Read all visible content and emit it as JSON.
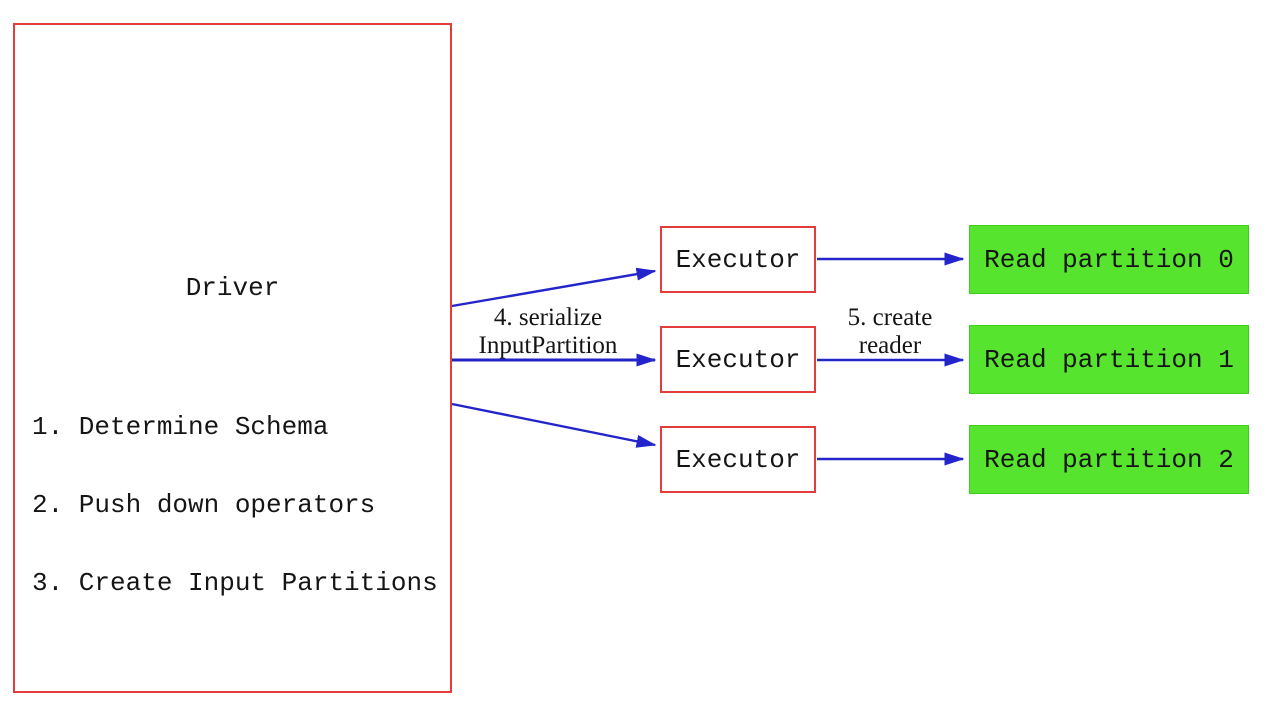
{
  "diagram": {
    "driver": {
      "title": "Driver",
      "steps": [
        "1. Determine Schema",
        "2. Push down operators",
        "3. Create Input Partitions"
      ]
    },
    "executors": [
      {
        "label": "Executor"
      },
      {
        "label": "Executor"
      },
      {
        "label": "Executor"
      }
    ],
    "partitions": [
      {
        "label": "Read partition 0"
      },
      {
        "label": "Read partition 1"
      },
      {
        "label": "Read partition 2"
      }
    ],
    "arrow_labels": {
      "serialize": {
        "line1": "4. serialize",
        "line2": "InputPartition"
      },
      "create_reader": {
        "line1": "5. create",
        "line2": "reader"
      }
    },
    "colors": {
      "node_border": "#e23c3c",
      "arrow": "#2424cb",
      "partition_fill": "#57e42e",
      "partition_border": "#3ecf1e",
      "text": "#151515",
      "background": "#ffffff"
    }
  }
}
